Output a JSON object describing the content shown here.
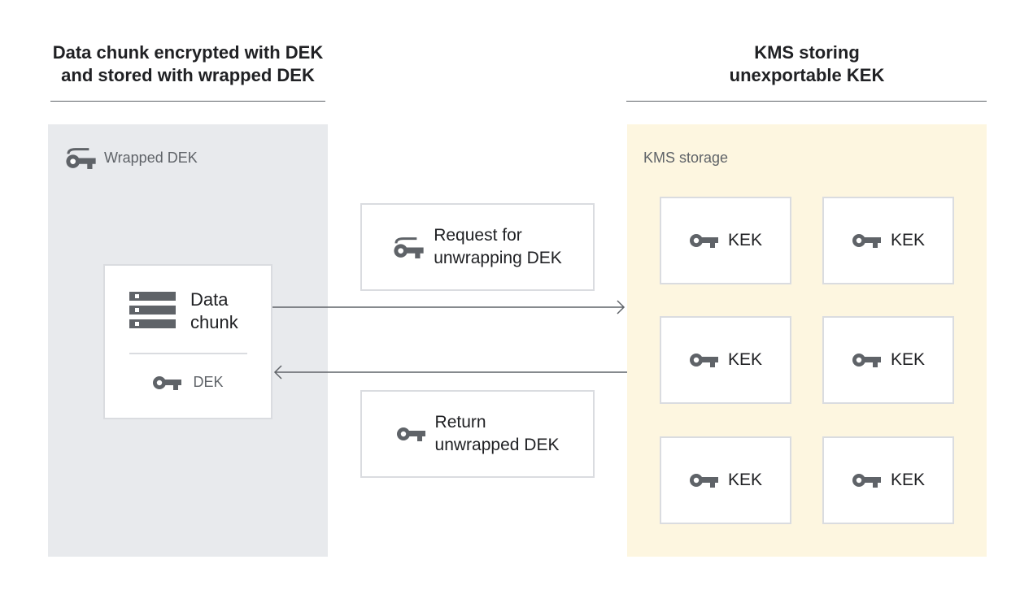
{
  "left_header": {
    "line1": "Data chunk encrypted with DEK",
    "line2": "and stored with wrapped DEK"
  },
  "right_header": {
    "line1": "KMS storing",
    "line2": "unexportable KEK"
  },
  "left_panel": {
    "label": "Wrapped DEK",
    "icon": "wrapped-key-icon",
    "color": "#e8eaed"
  },
  "data_box": {
    "line1": "Data",
    "line2": "chunk",
    "icon": "storage-icon",
    "key_label": "DEK"
  },
  "request": {
    "line1": "Request for",
    "line2": "unwrapping DEK",
    "icon": "wrapped-key-icon"
  },
  "response": {
    "line1": "Return",
    "line2": "unwrapped DEK",
    "icon": "key-icon"
  },
  "right_panel": {
    "label": "KMS storage",
    "color": "#fdf6e0"
  },
  "keks": [
    "KEK",
    "KEK",
    "KEK",
    "KEK",
    "KEK",
    "KEK"
  ]
}
